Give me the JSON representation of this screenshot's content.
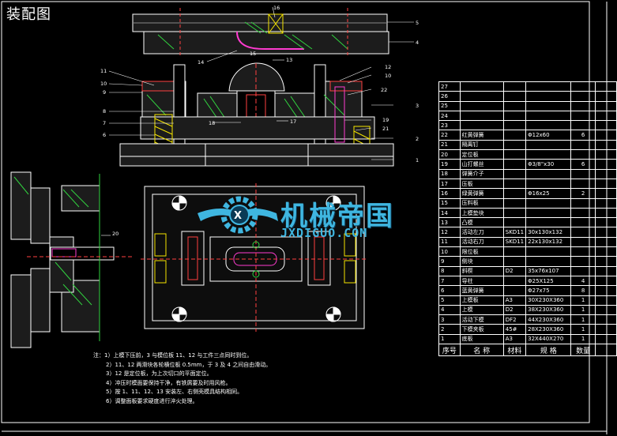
{
  "page_title": "装配图",
  "watermark": {
    "cn": "机械帝国",
    "en": "JXDIGUO.COM"
  },
  "callouts": {
    "top": [
      "16",
      "5",
      "4",
      "15",
      "14",
      "13"
    ],
    "left": [
      "11",
      "10",
      "9",
      "8",
      "7",
      "6"
    ],
    "right": [
      "12",
      "10",
      "22",
      "3",
      "19",
      "21",
      "2",
      "1"
    ],
    "center": [
      "18",
      "17"
    ],
    "side": "20"
  },
  "notes": [
    "注：1）上模下压前，3 与模位板 11、12 与工件三点同时到位。",
    "2）11、12 两滑块各轮横位板 0.5mm，于 3 及 4 之间自由滑动。",
    "3）12 是定位板，为上次切口的平面定位。",
    "4）冲压时模面要保持干净，有铁屑要及时用风枪。",
    "5）按 1、11、12、13 安装左、右侧壳模具结构相同。",
    "6）调整面板要求硬度进行淬火处理。"
  ],
  "bom": {
    "header": [
      "序号",
      "名  称",
      "材料",
      "规  格",
      "数量"
    ],
    "rows": [
      {
        "no": "27",
        "name": "",
        "mat": "",
        "spec": "",
        "qty": ""
      },
      {
        "no": "26",
        "name": "",
        "mat": "",
        "spec": "",
        "qty": ""
      },
      {
        "no": "25",
        "name": "",
        "mat": "",
        "spec": "",
        "qty": ""
      },
      {
        "no": "24",
        "name": "",
        "mat": "",
        "spec": "",
        "qty": ""
      },
      {
        "no": "23",
        "name": "",
        "mat": "",
        "spec": "",
        "qty": ""
      },
      {
        "no": "22",
        "name": "红黄弹簧",
        "mat": "",
        "spec": "Φ12x60",
        "qty": "6"
      },
      {
        "no": "21",
        "name": "隔离钉",
        "mat": "",
        "spec": "",
        "qty": ""
      },
      {
        "no": "20",
        "name": "定位板",
        "mat": "",
        "spec": "",
        "qty": ""
      },
      {
        "no": "19",
        "name": "山打螺丝",
        "mat": "",
        "spec": "Φ3/8\"x30",
        "qty": "6"
      },
      {
        "no": "18",
        "name": "弹簧介子",
        "mat": "",
        "spec": "",
        "qty": ""
      },
      {
        "no": "17",
        "name": "压板",
        "mat": "",
        "spec": "",
        "qty": ""
      },
      {
        "no": "16",
        "name": "绿黄弹簧",
        "mat": "",
        "spec": "Φ16x25",
        "qty": "2"
      },
      {
        "no": "15",
        "name": "压料板",
        "mat": "",
        "spec": "",
        "qty": ""
      },
      {
        "no": "14",
        "name": "上模垫块",
        "mat": "",
        "spec": "",
        "qty": ""
      },
      {
        "no": "13",
        "name": "凸模",
        "mat": "",
        "spec": "",
        "qty": ""
      },
      {
        "no": "12",
        "name": "活动左刀",
        "mat": "SKD11",
        "spec": "30x130x132",
        "qty": ""
      },
      {
        "no": "11",
        "name": "活动右刀",
        "mat": "SKD11",
        "spec": "22x130x132",
        "qty": ""
      },
      {
        "no": "10",
        "name": "限位板",
        "mat": "",
        "spec": "",
        "qty": ""
      },
      {
        "no": "9",
        "name": "侧块",
        "mat": "",
        "spec": "",
        "qty": ""
      },
      {
        "no": "8",
        "name": "斜楔",
        "mat": "D2",
        "spec": "35x76x107",
        "qty": ""
      },
      {
        "no": "7",
        "name": "导柱",
        "mat": "",
        "spec": "Φ25X125",
        "qty": "4"
      },
      {
        "no": "6",
        "name": "蓝黄弹簧",
        "mat": "",
        "spec": "Φ27x75",
        "qty": "8"
      },
      {
        "no": "5",
        "name": "上模板",
        "mat": "A3",
        "spec": "30X230X360",
        "qty": "1"
      },
      {
        "no": "4",
        "name": "上模",
        "mat": "D2",
        "spec": "38X230X360",
        "qty": "1"
      },
      {
        "no": "3",
        "name": "活动下模",
        "mat": "DF2",
        "spec": "44X230X360",
        "qty": "1"
      },
      {
        "no": "2",
        "name": "下模夹板",
        "mat": "45#",
        "spec": "28X230X360",
        "qty": "1"
      },
      {
        "no": "1",
        "name": "底板",
        "mat": "A3",
        "spec": "32X440X270",
        "qty": "1"
      }
    ]
  }
}
